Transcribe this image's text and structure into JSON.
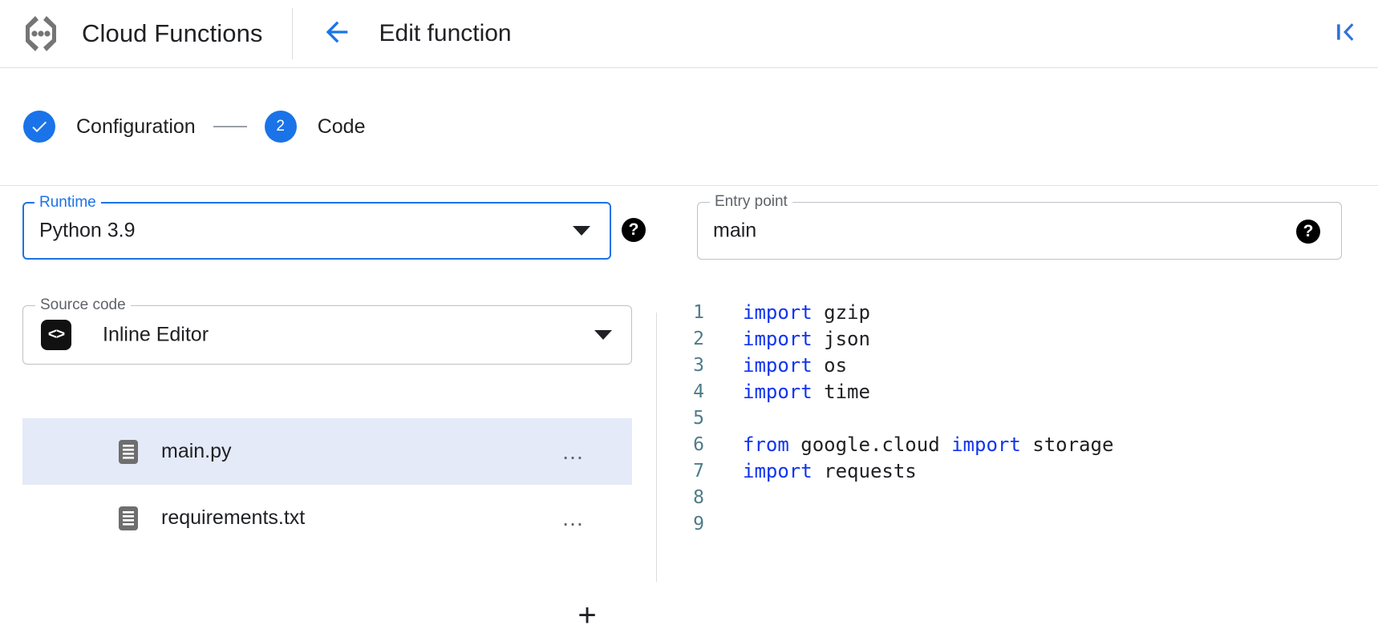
{
  "header": {
    "logo_icon": "cloud-functions-logo",
    "product_title": "Cloud Functions",
    "back_icon": "arrow-left-icon",
    "page_title": "Edit function",
    "collapse_icon": "collapse-panel-left-icon",
    "accent_color": "#1a73e8"
  },
  "stepper": {
    "steps": [
      {
        "label": "Configuration",
        "marker": "✓",
        "state": "completed"
      },
      {
        "label": "Code",
        "marker": "2",
        "state": "active"
      }
    ],
    "connector": "—"
  },
  "form": {
    "runtime": {
      "legend": "Runtime",
      "value": "Python 3.9",
      "dropdown_icon": "caret-down-icon",
      "help_icon": "help-icon",
      "help_glyph": "?",
      "focused": true
    },
    "entry_point": {
      "legend": "Entry point",
      "value": "main",
      "help_icon": "help-icon",
      "help_glyph": "?"
    },
    "source_code": {
      "legend": "Source code",
      "value": "Inline Editor",
      "leading_icon": "code-brackets-icon",
      "leading_glyph": "<>",
      "dropdown_icon": "caret-down-icon"
    }
  },
  "files": {
    "add_button_glyph": "+",
    "add_button_icon": "add-file-icon",
    "overflow_glyph": "…",
    "items": [
      {
        "name": "main.py",
        "icon": "file-document-icon",
        "selected": true
      },
      {
        "name": "requirements.txt",
        "icon": "file-document-icon",
        "selected": false
      }
    ],
    "selected_row_color": "#e4eaf8"
  },
  "editor": {
    "lines": [
      {
        "no": "1",
        "tokens": [
          {
            "t": "import",
            "c": "kw"
          },
          {
            "t": " gzip",
            "c": "id"
          }
        ]
      },
      {
        "no": "2",
        "tokens": [
          {
            "t": "import",
            "c": "kw"
          },
          {
            "t": " json",
            "c": "id"
          }
        ]
      },
      {
        "no": "3",
        "tokens": [
          {
            "t": "import",
            "c": "kw"
          },
          {
            "t": " os",
            "c": "id"
          }
        ]
      },
      {
        "no": "4",
        "tokens": [
          {
            "t": "import",
            "c": "kw"
          },
          {
            "t": " time",
            "c": "id"
          }
        ]
      },
      {
        "no": "5",
        "tokens": []
      },
      {
        "no": "6",
        "tokens": [
          {
            "t": "from",
            "c": "kw"
          },
          {
            "t": " google.cloud ",
            "c": "id"
          },
          {
            "t": "import",
            "c": "kw"
          },
          {
            "t": " storage",
            "c": "id"
          }
        ]
      },
      {
        "no": "7",
        "tokens": [
          {
            "t": "import",
            "c": "kw"
          },
          {
            "t": " requests",
            "c": "id"
          }
        ]
      },
      {
        "no": "8",
        "tokens": []
      },
      {
        "no": "9",
        "tokens": []
      }
    ],
    "keyword_color": "#1034f0",
    "identifier_color": "#202124",
    "line_number_color": "#4d7c8a"
  }
}
